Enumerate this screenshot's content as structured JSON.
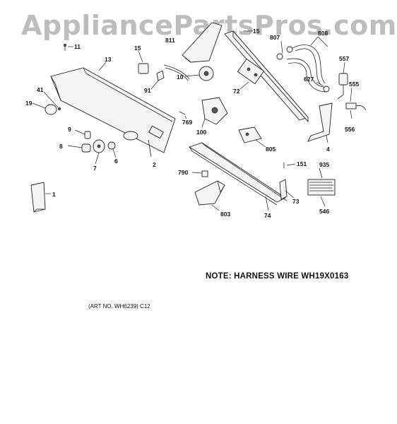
{
  "watermark": "AppliancePartsPros.com",
  "note": "NOTE: HARNESS WIRE WH19X0163",
  "art_number": "(ART NO. WH6239) C12",
  "callouts": [
    "1",
    "2",
    "4",
    "6",
    "7",
    "8",
    "9",
    "10",
    "11",
    "13",
    "15",
    "15",
    "19",
    "41",
    "72",
    "73",
    "74",
    "91",
    "100",
    "151",
    "546",
    "555",
    "556",
    "557",
    "627",
    "769",
    "790",
    "803",
    "805",
    "807",
    "808",
    "811",
    "935"
  ]
}
